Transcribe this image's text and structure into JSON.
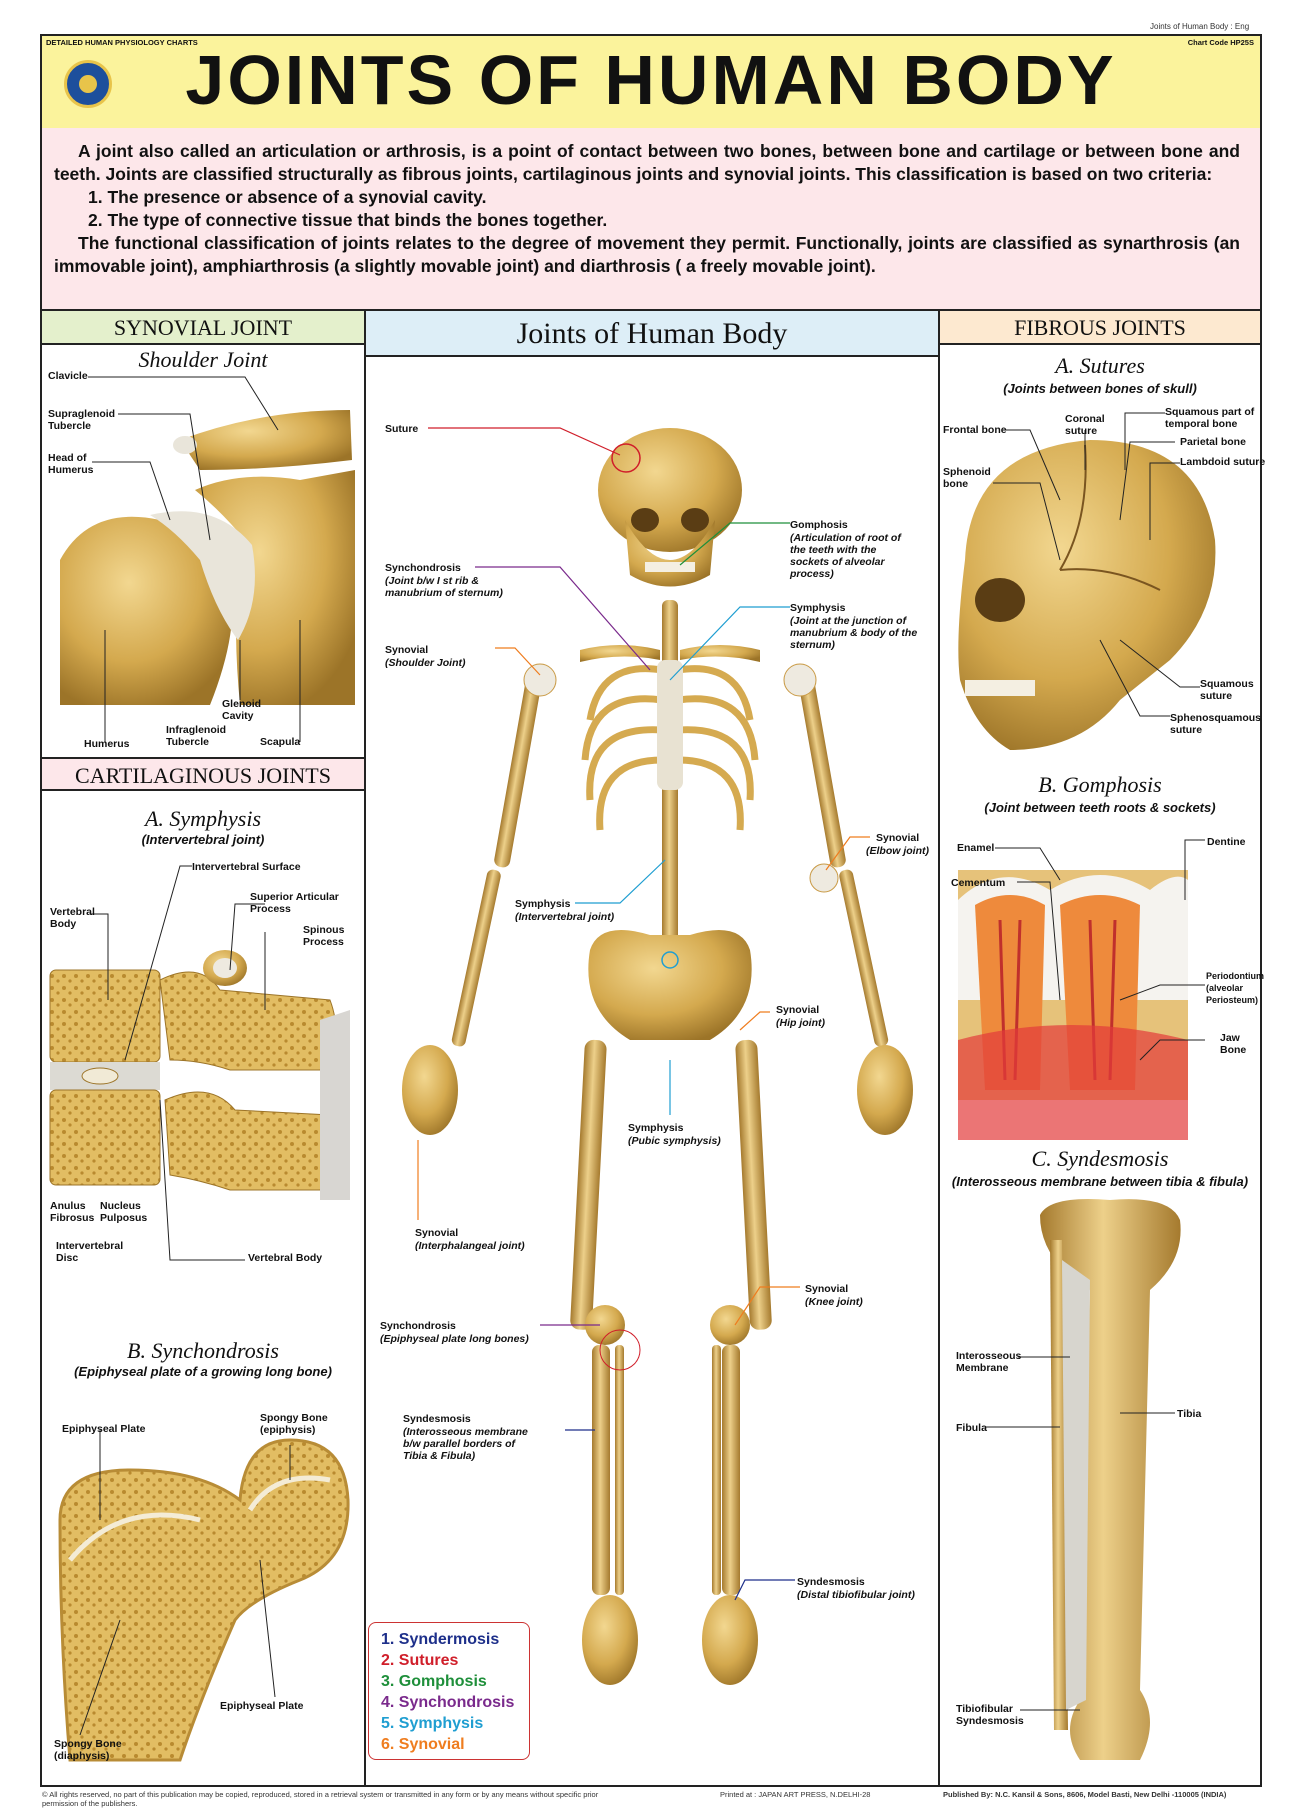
{
  "top_right_meta": "Joints of Human Body : Eng",
  "series_label": "DETAILED HUMAN PHYSIOLOGY CHARTS",
  "chart_code": "Chart Code HP25S",
  "title": "JOINTS OF HUMAN BODY",
  "intro": {
    "p1": "A joint also called an articulation or arthrosis, is a point of contact between two bones, between bone and cartilage or between bone and teeth. Joints are classified structurally as fibrous joints, cartilaginous joints and synovial joints. This classification is based on two criteria:",
    "li1": "1. The presence or absence of a synovial cavity.",
    "li2": "2. The type of connective tissue that binds the bones together.",
    "p2": "The functional classification of joints relates to the degree of movement they permit. Functionally, joints are classified as synarthrosis (an immovable joint), amphiarthrosis (a slightly movable joint) and diarthrosis ( a freely movable joint)."
  },
  "left": {
    "synovial_head": "SYNOVIAL JOINT",
    "shoulder_title": "Shoulder Joint",
    "shoulder_labels": {
      "clavicle": "Clavicle",
      "supraglenoid": "Supraglenoid Tubercle",
      "head_humerus": "Head of Humerus",
      "glenoid": "Glenoid Cavity",
      "infraglenoid": "Infraglenoid Tubercle",
      "humerus": "Humerus",
      "scapula": "Scapula"
    },
    "cart_head": "CARTILAGINOUS JOINTS",
    "symphysis_title": "A. Symphysis",
    "symphysis_note": "(Intervertebral joint)",
    "symphysis_labels": {
      "iv_surface": "Intervertebral Surface",
      "vertebral_body_top": "Vertebral Body",
      "superior_articular": "Superior Articular Process",
      "spinous": "Spinous Process",
      "anulus": "Anulus Fibrosus",
      "nucleus": "Nucleus Pulposus",
      "iv_disc": "Intervertebral Disc",
      "vertebral_body": "Vertebral Body"
    },
    "synchondrosis_title": "B. Synchondrosis",
    "synchondrosis_note": "(Epiphyseal plate of a growing long bone)",
    "synchondrosis_labels": {
      "epi_plate_1": "Epiphyseal Plate",
      "spongy_epi": "Spongy Bone (epiphysis)",
      "epi_plate_2": "Epiphyseal Plate",
      "spongy_dia": "Spongy Bone (diaphysis)"
    }
  },
  "center": {
    "head": "Joints of Human Body",
    "labels": {
      "suture": "Suture",
      "gomphosis": "Gomphosis",
      "gomphosis_note": "(Articulation of root of the teeth with the sockets of alveolar process)",
      "synchondrosis": "Synchondrosis",
      "synchondrosis_note": "(Joint b/w I st rib & manubrium of sternum)",
      "symphysis_top": "Symphysis",
      "symphysis_top_note": "(Joint at the junction of manubrium & body of the sternum)",
      "synovial_shoulder": "Synovial",
      "synovial_shoulder_note": "(Shoulder Joint)",
      "synovial_elbow": "Synovial",
      "synovial_elbow_note": "(Elbow joint)",
      "symphysis_iv": "Symphysis",
      "symphysis_iv_note": "(Intervertebral joint)",
      "synovial_hip": "Synovial",
      "synovial_hip_note": "(Hip joint)",
      "symphysis_pubic": "Symphysis",
      "symphysis_pubic_note": "(Pubic symphysis)",
      "synovial_ip": "Synovial",
      "synovial_ip_note": "(Interphalangeal joint)",
      "synovial_knee": "Synovial",
      "synovial_knee_note": "(Knee joint)",
      "synchondrosis_epi": "Synchondrosis",
      "synchondrosis_epi_note": "(Epiphyseal plate long bones)",
      "syndesmosis_mid": "Syndesmosis",
      "syndesmosis_mid_note": "(Interosseous membrane b/w parallel borders of Tibia & Fibula)",
      "syndesmosis_distal": "Syndesmosis",
      "syndesmosis_distal_note": "(Distal tibiofibular joint)"
    },
    "legend": [
      {
        "text": "1. Syndermosis",
        "color": "#1d2f8a"
      },
      {
        "text": "2. Sutures",
        "color": "#d01e2a"
      },
      {
        "text": "3. Gomphosis",
        "color": "#1e8f3a"
      },
      {
        "text": "4. Synchondrosis",
        "color": "#7a2a8c"
      },
      {
        "text": "5. Symphysis",
        "color": "#1f9ed1"
      },
      {
        "text": "6. Synovial",
        "color": "#ef7d1f"
      }
    ]
  },
  "right": {
    "fibrous_head": "FIBROUS JOINTS",
    "sutures_title": "A. Sutures",
    "sutures_note": "(Joints between bones of skull)",
    "skull_labels": {
      "frontal": "Frontal bone",
      "coronal": "Coronal suture",
      "squamous_part": "Squamous part of temporal bone",
      "parietal": "Parietal bone",
      "sphenoid": "Sphenoid bone",
      "lambdoid": "Lambdoid suture",
      "squamous_suture": "Squamous suture",
      "sphenosquamous": "Sphenosquamous suture"
    },
    "gomphosis_title": "B. Gomphosis",
    "gomphosis_note": "(Joint between teeth roots & sockets)",
    "teeth_labels": {
      "enamel": "Enamel",
      "dentine": "Dentine",
      "cementum": "Cementum",
      "periodontium": "Periodontium (alveolar Periosteum)",
      "jaw": "Jaw Bone"
    },
    "syndesmosis_title": "C. Syndesmosis",
    "syndesmosis_note": "(Interosseous membrane between tibia & fibula)",
    "tibia_labels": {
      "interosseous": "Interosseous Membrane",
      "fibula": "Fibula",
      "tibia": "Tibia",
      "tibiofibular": "Tibiofibular Syndesmosis"
    }
  },
  "footer": {
    "rights": "© All rights reserved, no part of this publication may be copied, reproduced, stored in a retrieval system or transmitted in any form or by any means without specific prior permission of the publishers.",
    "printer": "Printed at : JAPAN ART PRESS, N.DELHI-28",
    "publisher": "Published By: N.C. Kansil & Sons, 8606, Model Basti, New Delhi -110005 (INDIA)"
  },
  "colors": {
    "bone": "#d9b25a",
    "bone_dark": "#a07a2c",
    "cartilage": "#e8e4da",
    "header_bg": "#fbf39c",
    "intro_bg": "#fde7ea"
  }
}
